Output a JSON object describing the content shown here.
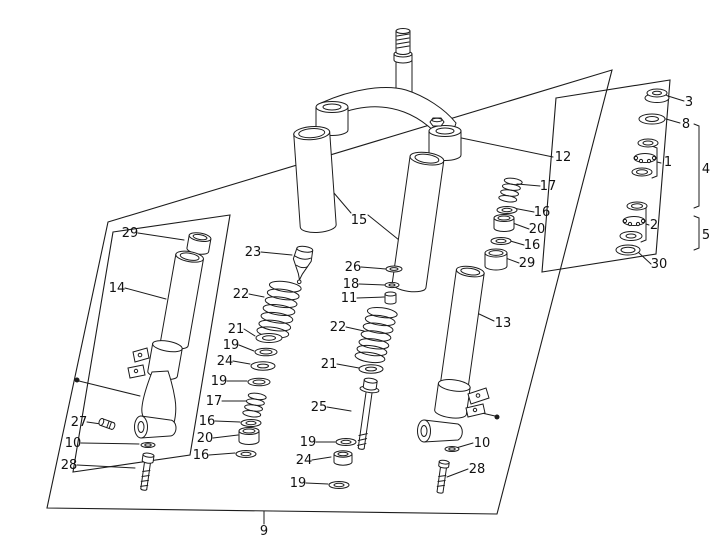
{
  "style": {
    "background": "#ffffff",
    "line_color": "#1c1c1c",
    "text_color": "#111111"
  },
  "callouts": {
    "n1": "1",
    "n2": "2",
    "n3": "3",
    "n4": "4",
    "n5": "5",
    "n8": "8",
    "n9": "9",
    "n10": "10",
    "n11": "11",
    "n12": "12",
    "n13": "13",
    "n14": "14",
    "n15": "15",
    "n16": "16",
    "n17": "17",
    "n18": "18",
    "n19": "19",
    "n20": "20",
    "n21": "21",
    "n22": "22",
    "n23": "23",
    "n24": "24",
    "n25": "25",
    "n26": "26",
    "n27": "27",
    "n28": "28",
    "n29": "29",
    "n30": "30"
  }
}
